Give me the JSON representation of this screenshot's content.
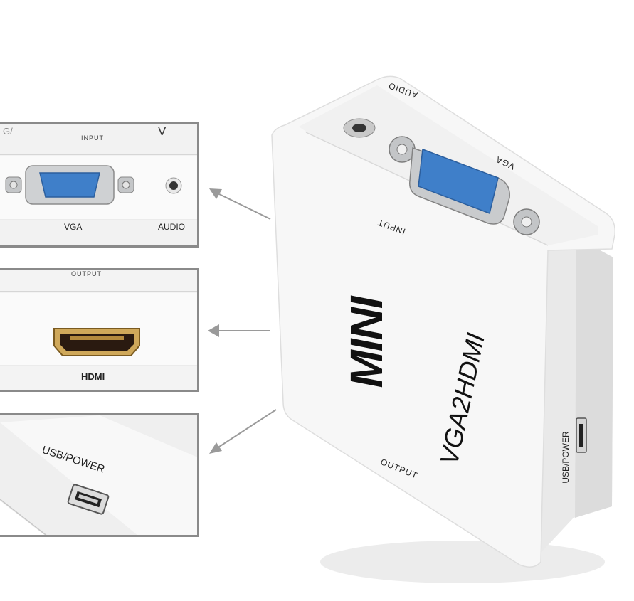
{
  "panels": {
    "input": {
      "header": "INPUT",
      "corner_text": "G/",
      "corner_right": "V",
      "vga_label": "VGA",
      "audio_label": "AUDIO"
    },
    "output": {
      "header": "OUTPUT",
      "hdmi_label": "HDMI"
    },
    "power": {
      "usb_label": "USB/POWER"
    }
  },
  "device": {
    "audio_label": "AUDIO",
    "vga_label": "VGA",
    "input_label": "INPUT",
    "logo_text": "MINI",
    "model_text": "VGA2HDMI",
    "output_label": "OUTPUT",
    "side_usb_label": "USB/POWER"
  },
  "colors": {
    "device_body": "#f7f7f7",
    "vga_blue": "#3f7fc9",
    "metal": "#b9bcbf",
    "hdmi_gold": "#c9a04a",
    "panel_border": "#8a8a8a",
    "arrow": "#9a9a9a"
  }
}
